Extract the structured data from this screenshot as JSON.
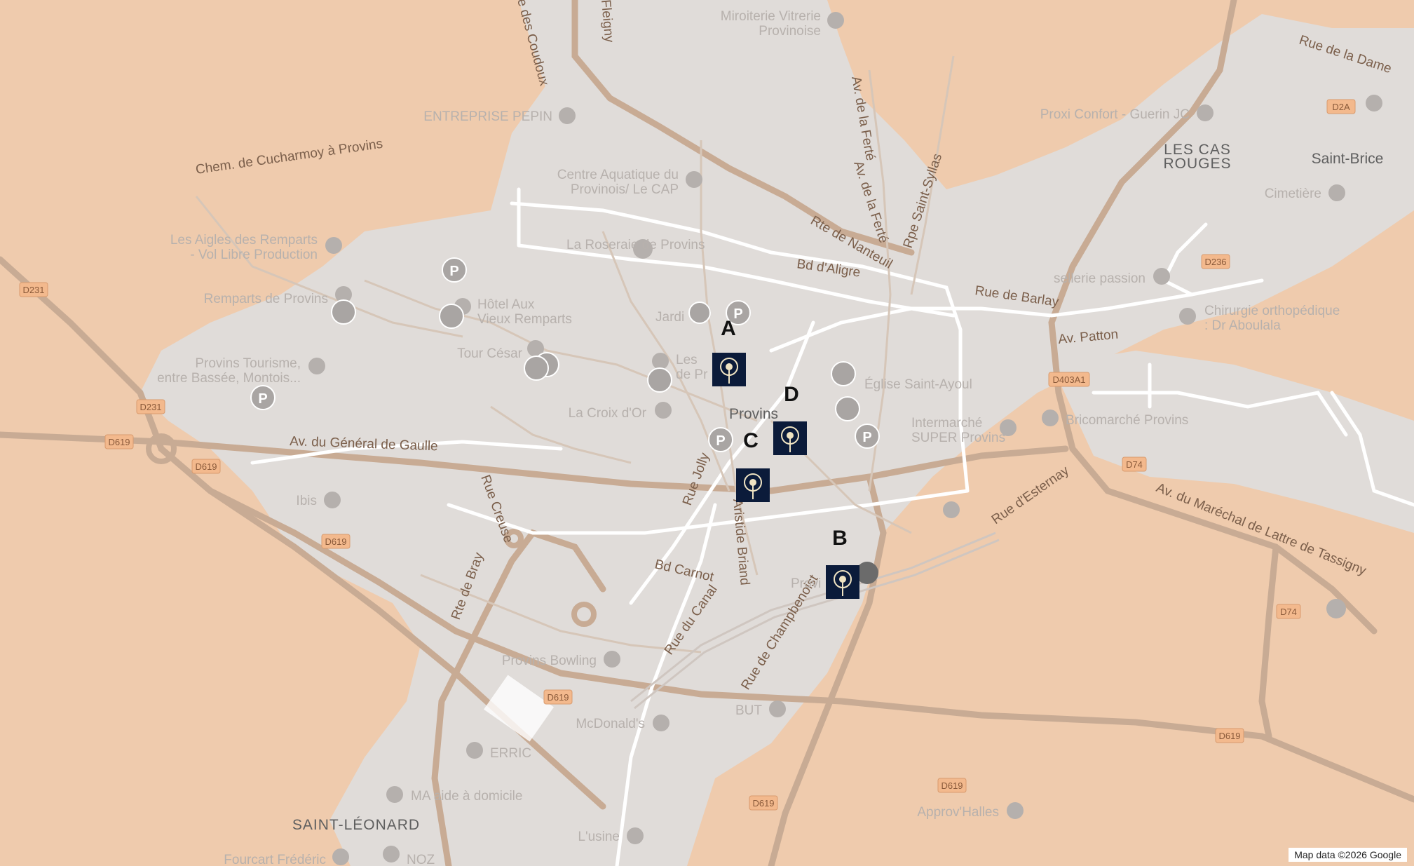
{
  "map": {
    "credit": "Map data ©2026 Google",
    "colors": {
      "land": "#efcbad",
      "urban": "#e0dcd9",
      "road_white": "#ffffff",
      "road_brown": "#c8ab94",
      "marker_bg": "#0b1b3a"
    }
  },
  "markers": [
    {
      "letter": "A",
      "icon": "dandelion-icon"
    },
    {
      "letter": "B",
      "icon": "dandelion-icon"
    },
    {
      "letter": "C",
      "icon": "dandelion-icon"
    },
    {
      "letter": "D",
      "icon": "dandelion-icon"
    }
  ],
  "places": [
    {
      "name": "Provins",
      "icon": ""
    },
    {
      "name": "Saint-Brice",
      "icon": ""
    },
    {
      "name": "LES CAS",
      "icon": ""
    },
    {
      "name": "ROUGES",
      "icon": ""
    },
    {
      "name": "SAINT-LÉONARD",
      "icon": ""
    }
  ],
  "roads": [
    "Chem. de Cucharmoy à Provins",
    "Rte de Nanteuil",
    "Bd d'Aligre",
    "Rue de Barlay",
    "Av. Patton",
    "Av. du Général de Gaulle",
    "Rue Creuse",
    "Rte de Bray",
    "Bd Carnot",
    "Rue du Canal",
    "Rue de Champbenoist",
    "Rue Jolly",
    "Aristide Briand",
    "Rue d'Esternay",
    "Av. du Maréchal de Lattre de Tassigny",
    "Av. de la Ferté",
    "Rpe Saint-Syllas",
    "Rue de la Dame",
    "e des Coudoux",
    "Fleigny"
  ],
  "shields": [
    "D231",
    "D231",
    "D619",
    "D619",
    "D619",
    "D619",
    "D619",
    "D619",
    "D236",
    "D403A1",
    "D74",
    "D74",
    "D619",
    "D2A"
  ],
  "pois": [
    "Miroiterie Vitrerie",
    "Provinoise",
    "ENTREPRISE PEPIN",
    "Centre Aquatique du",
    "Provinois/ Le CAP",
    "La Roseraie de Provins",
    "Les Aigles des Remparts",
    "- Vol Libre Production",
    "Remparts de Provins",
    "Hôtel Aux",
    "Vieux Remparts",
    "Tour César",
    "Provins Tourisme,",
    "entre Bassée, Montois...",
    "Jardi",
    "Les",
    "de Pr",
    "La Croix d'Or",
    "Église Saint-Ayoul",
    "Intermarché",
    "SUPER Provins",
    "Bricomarché Provins",
    "Proxi Confort - Guerin JC",
    "Cimetière",
    "sellerie passion",
    "Chirurgie orthopédique",
    ": Dr Aboulala",
    "Ibis",
    "Provins Bowling",
    "McDonald's",
    "BUT",
    "ERRIC",
    "MA aide à domicile",
    "Approv'Halles",
    "L'usine",
    "Fourcart Frédéric",
    "NOZ",
    "Provi"
  ]
}
